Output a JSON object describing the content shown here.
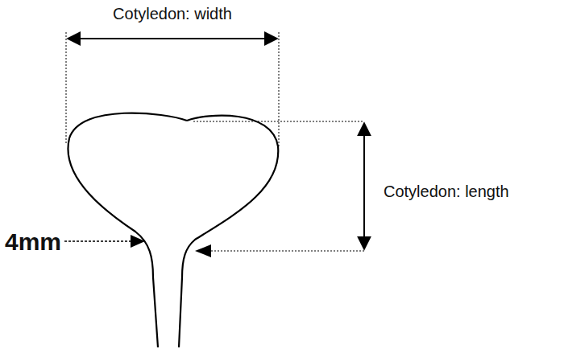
{
  "diagram": {
    "labels": [
      "Cotyledon: width",
      "Cotyledon: length",
      "4mm"
    ]
  }
}
